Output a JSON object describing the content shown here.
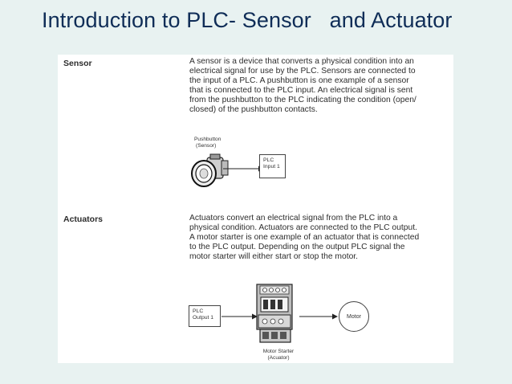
{
  "title": "Introduction to PLC- Sensor   and Actuator",
  "sensor": {
    "heading": "Sensor",
    "lines": [
      "A sensor is a device that converts a physical condition into an",
      "electrical signal for use by the PLC. Sensors are connected to",
      "the input of a PLC. A pushbutton is one example of a sensor",
      "that is connected to the PLC input. An electrical signal is sent",
      "from the pushbutton to the PLC indicating the condition (open/",
      "closed) of the pushbutton contacts."
    ],
    "device_label_1": "Pushbutton",
    "device_label_2": "(Sensor)",
    "box_line_1": "PLC",
    "box_line_2": "Input 1"
  },
  "actuators": {
    "heading": "Actuators",
    "lines": [
      "Actuators convert an electrical signal from the PLC into a",
      "physical condition. Actuators are connected to the PLC output.",
      "A motor starter is one example of an actuator that is connected",
      "to the PLC output. Depending on the output PLC signal the",
      "motor starter will either start or stop the motor."
    ],
    "box_line_1": "PLC",
    "box_line_2": "Output 1",
    "device_label_1": "Motor Starter",
    "device_label_2": "(Acuator)",
    "motor_label": "Motor"
  }
}
